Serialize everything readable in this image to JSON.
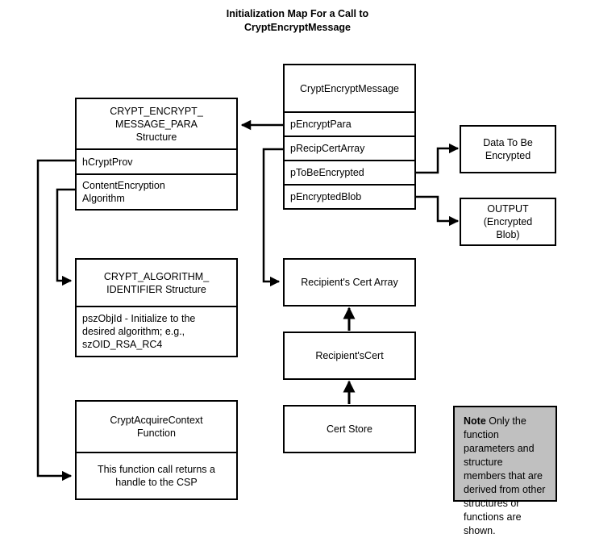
{
  "title": "Initialization Map For a Call to\nCryptEncryptMessage",
  "function_box": {
    "header": "CryptEncryptMessage",
    "params": [
      {
        "label": "pEncryptPara"
      },
      {
        "label": "pRecipCertArray"
      },
      {
        "label": "pToBeEncrypted"
      },
      {
        "label": "pEncryptedBlob"
      }
    ]
  },
  "structures": {
    "encrypt_message_para": {
      "header": "CRYPT_ENCRYPT_\nMESSAGE_PARA\nStructure",
      "members": [
        {
          "label": "hCryptProv"
        },
        {
          "label": "ContentEncryption\nAlgorithm"
        }
      ]
    },
    "algorithm_identifier": {
      "header": "CRYPT_ALGORITHM_\nIDENTIFIER Structure",
      "body": "pszObjId - Initialize  to the\ndesired algorithm; e.g.,\nszOID_RSA_RC4"
    },
    "acquire_context": {
      "header": "CryptAcquireContext\nFunction",
      "body": "This function call returns a\nhandle to the CSP"
    }
  },
  "data_nodes": {
    "data_to_be_encrypted": "Data To Be\nEncrypted",
    "output_blob": "OUTPUT\n(Encrypted\nBlob)",
    "recipient_cert_array": "Recipient's Cert Array",
    "recipient_cert": "Recipient'sCert",
    "cert_store": "Cert Store"
  },
  "note": {
    "label": "Note",
    "text": "  Only the function parameters and structure members that are derived from other structures or functions are shown."
  },
  "colors": {
    "stroke": "#000000",
    "background": "#ffffff",
    "note_background": "#c0c0c0"
  }
}
